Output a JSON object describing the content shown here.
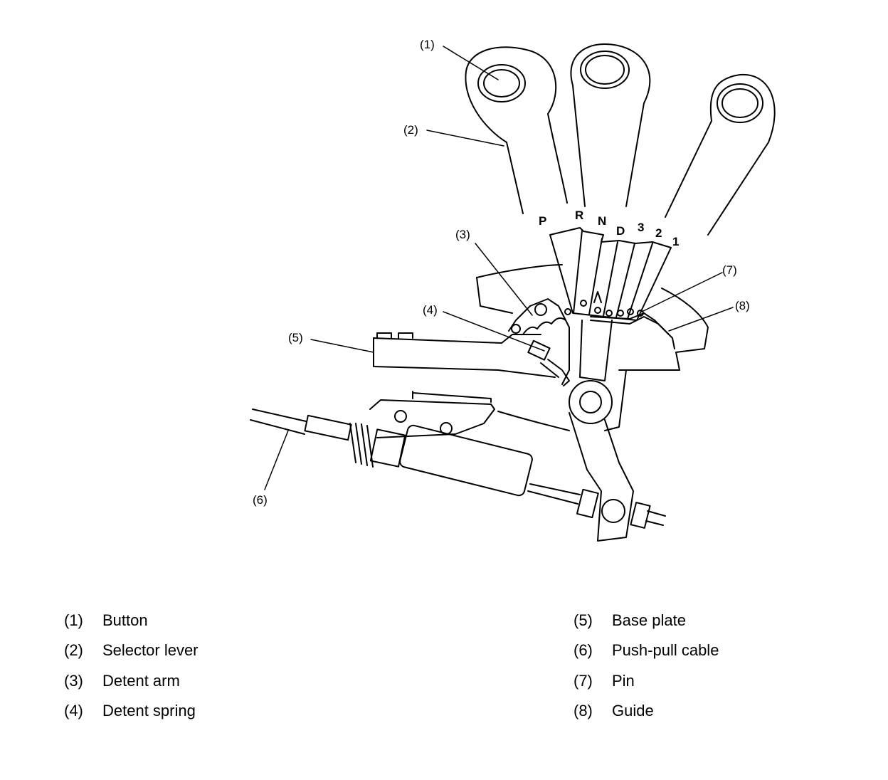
{
  "callouts": {
    "c1": "(1)",
    "c2": "(2)",
    "c3": "(3)",
    "c4": "(4)",
    "c5": "(5)",
    "c6": "(6)",
    "c7": "(7)",
    "c8": "(8)"
  },
  "gear_positions": [
    "P",
    "R",
    "N",
    "D",
    "3",
    "2",
    "1"
  ],
  "legend": {
    "left": [
      {
        "num": "(1)",
        "label": "Button"
      },
      {
        "num": "(2)",
        "label": "Selector lever"
      },
      {
        "num": "(3)",
        "label": "Detent arm"
      },
      {
        "num": "(4)",
        "label": "Detent spring"
      }
    ],
    "right": [
      {
        "num": "(5)",
        "label": "Base plate"
      },
      {
        "num": "(6)",
        "label": "Push-pull cable"
      },
      {
        "num": "(7)",
        "label": "Pin"
      },
      {
        "num": "(8)",
        "label": "Guide"
      }
    ]
  }
}
